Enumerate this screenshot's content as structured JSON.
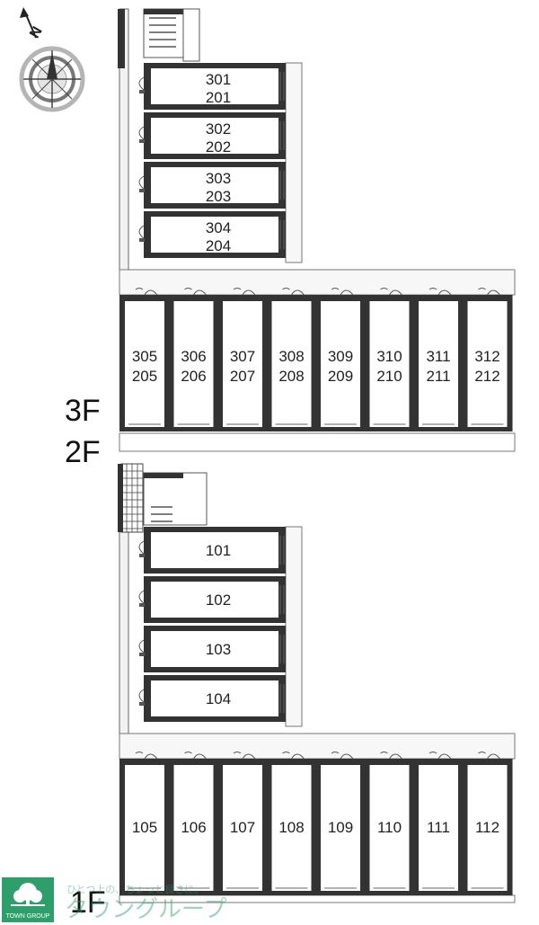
{
  "compass": {
    "north_label": "N"
  },
  "upper": {
    "floor_labels": [
      "3F",
      "2F"
    ],
    "north_units": [
      {
        "top": "301",
        "bottom": "201"
      },
      {
        "top": "302",
        "bottom": "202"
      },
      {
        "top": "303",
        "bottom": "203"
      },
      {
        "top": "304",
        "bottom": "204"
      }
    ],
    "south_units": [
      {
        "top": "305",
        "bottom": "205"
      },
      {
        "top": "306",
        "bottom": "206"
      },
      {
        "top": "307",
        "bottom": "207"
      },
      {
        "top": "308",
        "bottom": "208"
      },
      {
        "top": "309",
        "bottom": "209"
      },
      {
        "top": "310",
        "bottom": "210"
      },
      {
        "top": "311",
        "bottom": "211"
      },
      {
        "top": "312",
        "bottom": "212"
      }
    ]
  },
  "lower": {
    "floor_label": "1F",
    "north_units": [
      "101",
      "102",
      "103",
      "104"
    ],
    "south_units": [
      "105",
      "106",
      "107",
      "108",
      "109",
      "110",
      "111",
      "112"
    ]
  },
  "watermark": {
    "tagline": "ひとつ上の、ちょっと良さに。",
    "brand": "タウングループ",
    "logo_caption": "TOWN GROUP",
    "color": "#2e9f6a"
  }
}
